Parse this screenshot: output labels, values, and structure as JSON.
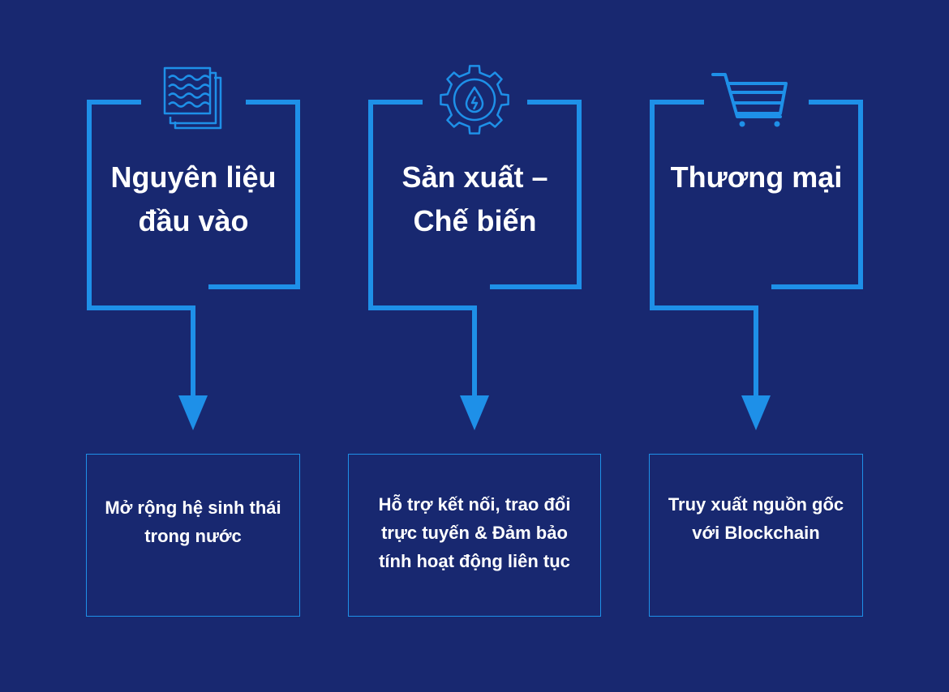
{
  "colors": {
    "background": "#182870",
    "accent": "#1e90e8",
    "text": "#ffffff"
  },
  "stages": [
    {
      "title": "Nguyên liệu\nđầu vào",
      "icon": "layered-sheets-icon",
      "result": "Mở rộng hệ sinh thái\ntrong nước"
    },
    {
      "title": "Sản xuất –\nChế biến",
      "icon": "gear-drop-icon",
      "result": "Hỗ trợ kết nối, trao đổi\ntrực tuyến & Đảm bảo\ntính hoạt động liên tục"
    },
    {
      "title": "Thương mại",
      "icon": "shopping-cart-icon",
      "result": "Truy xuất nguồn gốc\nvới Blockchain"
    }
  ]
}
